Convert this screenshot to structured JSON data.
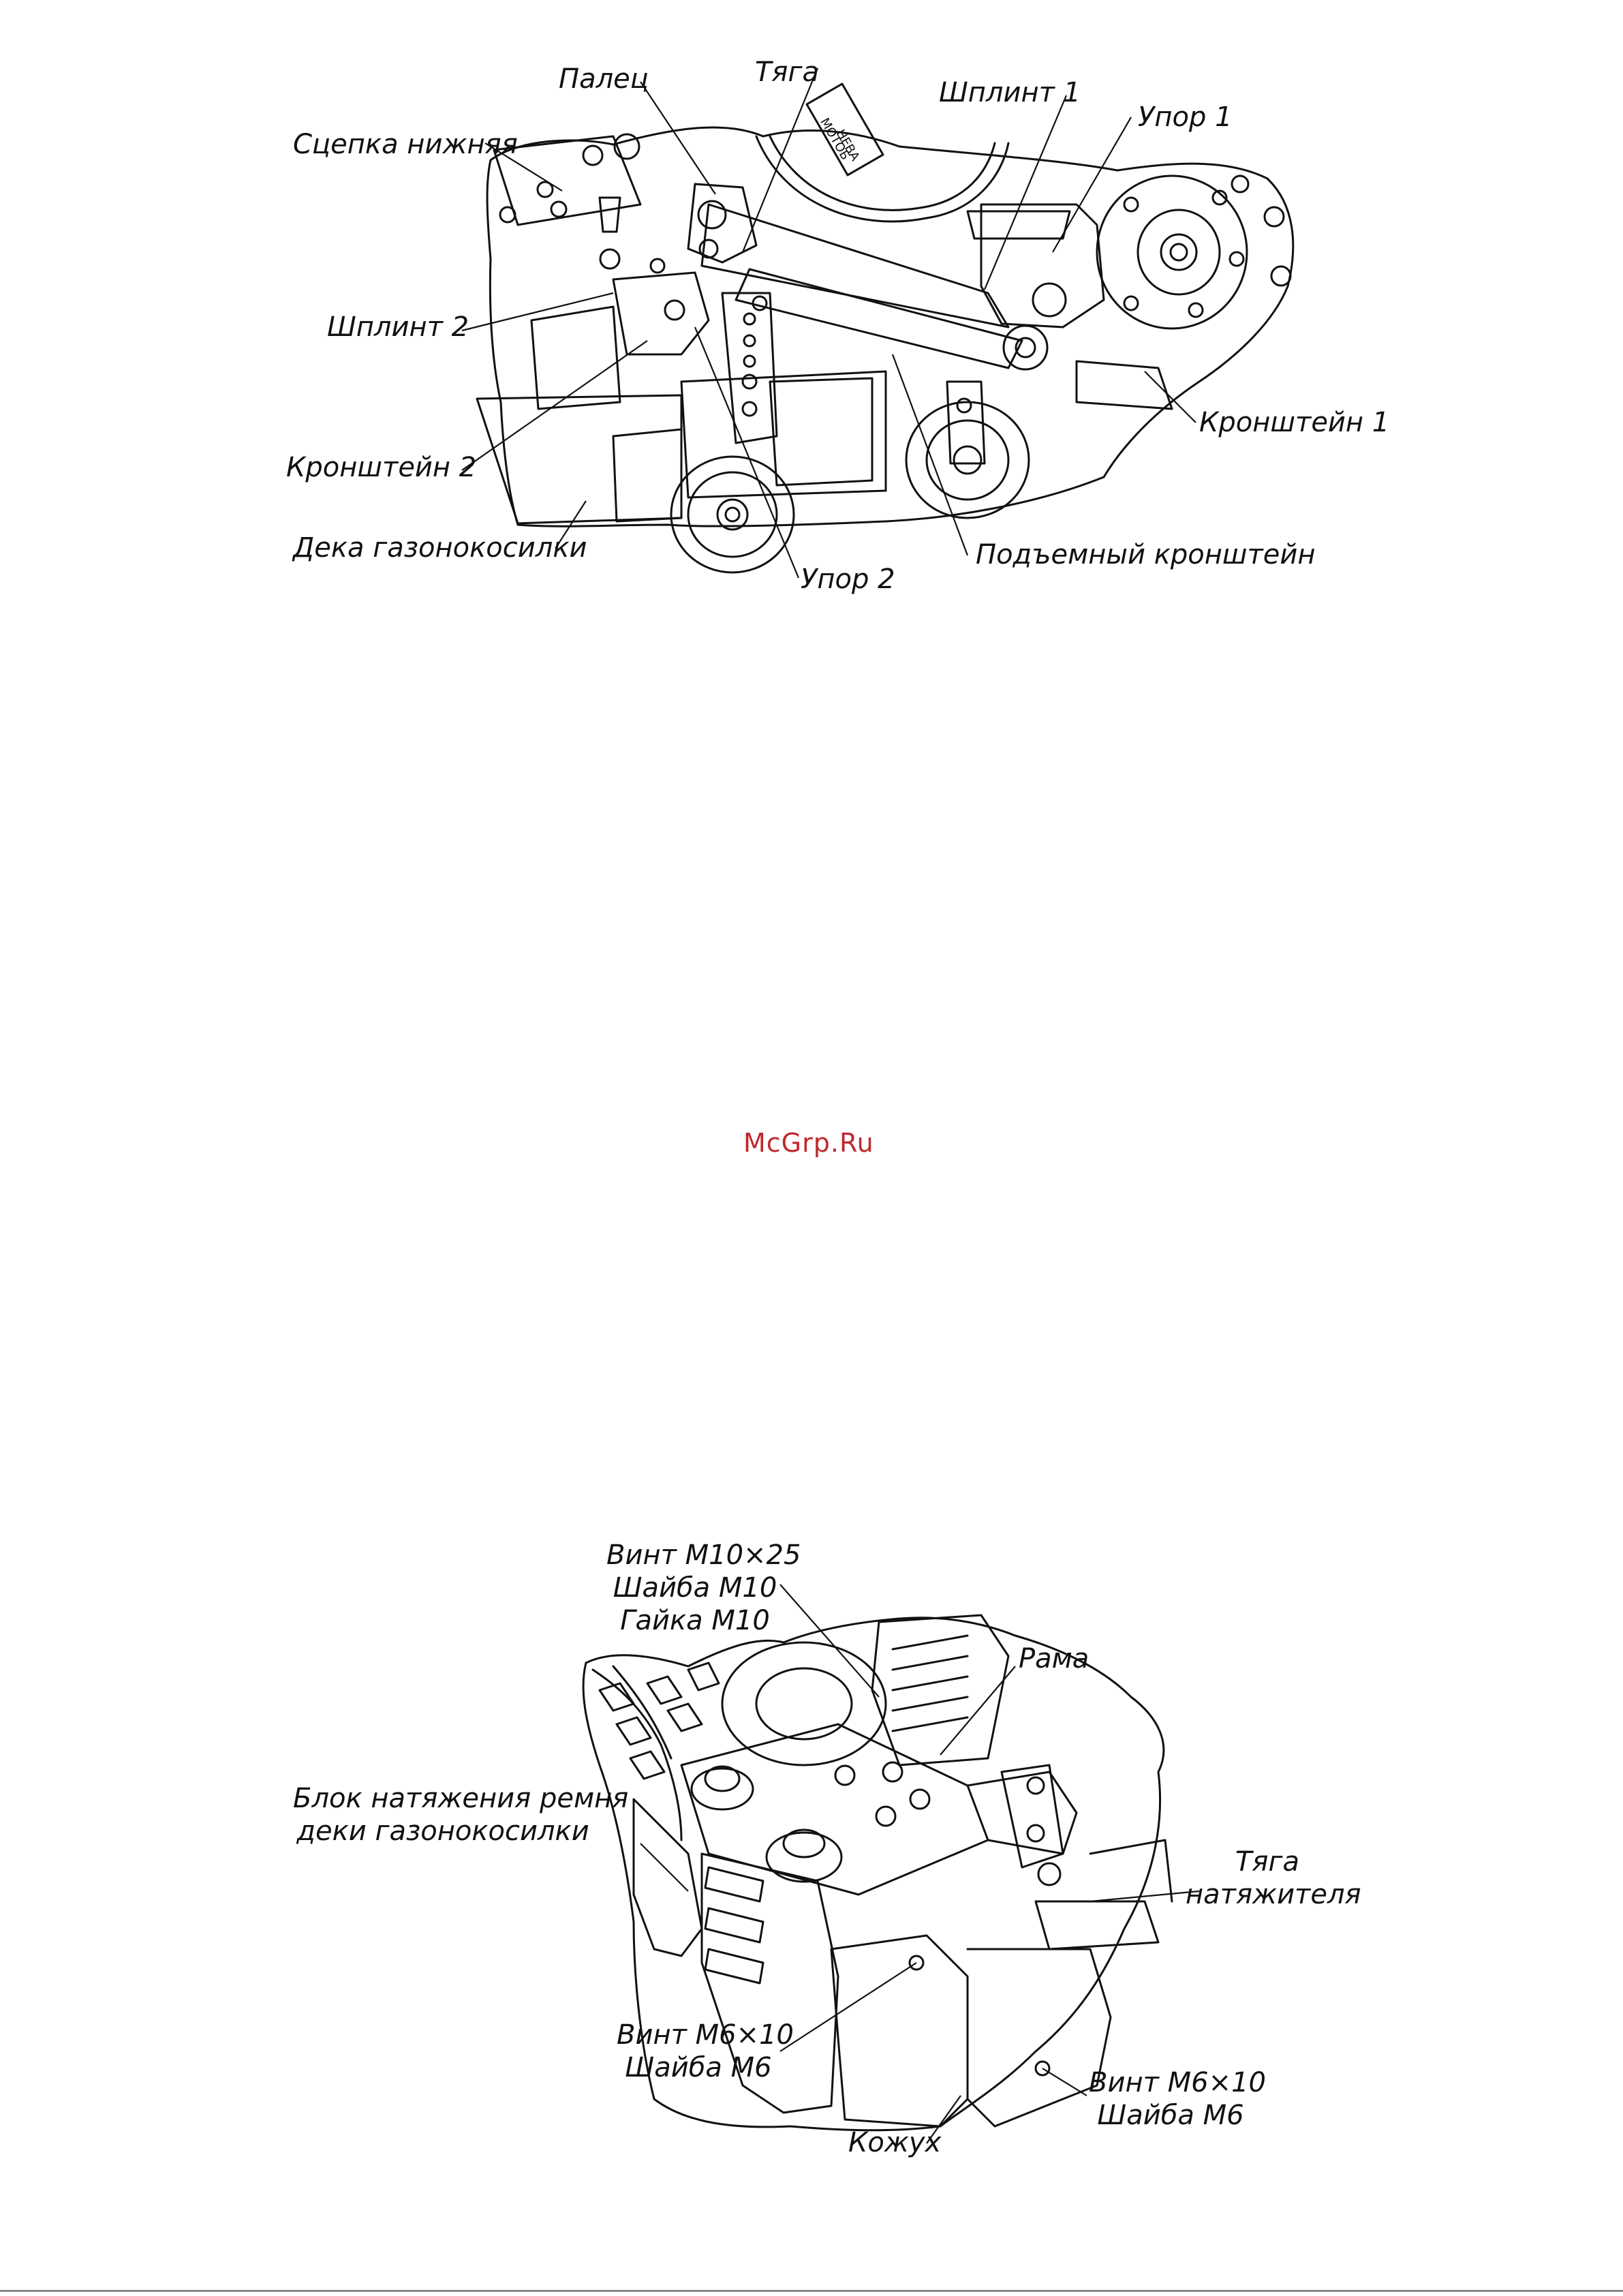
{
  "watermark": "McGrp.Ru",
  "figure1": {
    "labels": {
      "palets": "Палец",
      "tyaga": "Тяга",
      "shplint1": "Шплинт 1",
      "upor1": "Упор 1",
      "stsepka": "Сцепка нижняя",
      "shplint2": "Шплинт 2",
      "kronshtein2": "Кронштейн 2",
      "kronshtein1": "Кронштейн 1",
      "deka": "Дека газонокосилки",
      "upor2": "Упор 2",
      "podyemny": "Подъемный кронштейн"
    },
    "markings": {
      "brand_top": "МОТОБ",
      "brand_side": "НЕВА"
    }
  },
  "figure2": {
    "labels": {
      "vint_m10_line1": "Винт М10×25",
      "vint_m10_line2": "Шайба М10",
      "vint_m10_line3": "Гайка М10",
      "rama": "Рама",
      "blok_line1": "Блок натяжения ремня",
      "blok_line2": "деки газонокосилки",
      "tyaga_line1": "Тяга",
      "tyaga_line2": "натяжителя",
      "vint_m6_left_line1": "Винт М6×10",
      "vint_m6_left_line2": "Шайба М6",
      "vint_m6_right_line1": "Винт М6×10",
      "vint_m6_right_line2": "Шайба М6",
      "kozhukh": "Кожух"
    }
  }
}
